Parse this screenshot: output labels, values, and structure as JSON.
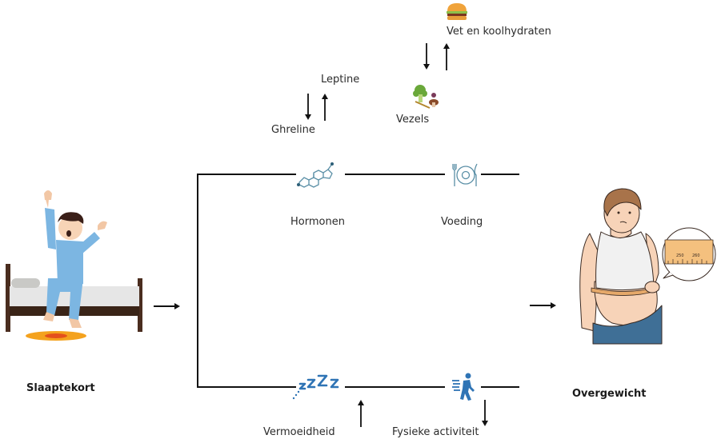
{
  "diagram": {
    "cause": {
      "label": "Slaaptekort",
      "illustration": "man-waking-up-on-bed"
    },
    "effect": {
      "label": "Overgewicht",
      "illustration": "overweight-man-measuring-waist",
      "tape_marks": [
        "250",
        "260"
      ]
    },
    "upper_branch": {
      "nodes": [
        {
          "label": "Hormonen",
          "icon": "steroid-molecule-icon"
        },
        {
          "label": "Voeding",
          "icon": "plate-cutlery-icon"
        }
      ],
      "hormones": {
        "up": {
          "label": "Leptine",
          "direction": "up"
        },
        "down": {
          "label": "Ghreline",
          "direction": "down"
        }
      },
      "food": {
        "top": {
          "label": "Vet en koolhydraten",
          "icon": "burger-icon",
          "direction": "up"
        },
        "bottom": {
          "label": "Vezels",
          "icon": "vegetables-icon",
          "direction": "down"
        }
      }
    },
    "lower_branch": {
      "nodes": [
        {
          "label": "Vermoeidheid",
          "icon": "sleep-zzz-icon",
          "direction": "up"
        },
        {
          "label": "Fysieke activiteit",
          "icon": "walking-person-icon",
          "direction": "down"
        }
      ]
    }
  },
  "colors": {
    "icon_teal": "#5a8fa6",
    "icon_blue": "#2f74b5",
    "line": "#111111"
  }
}
